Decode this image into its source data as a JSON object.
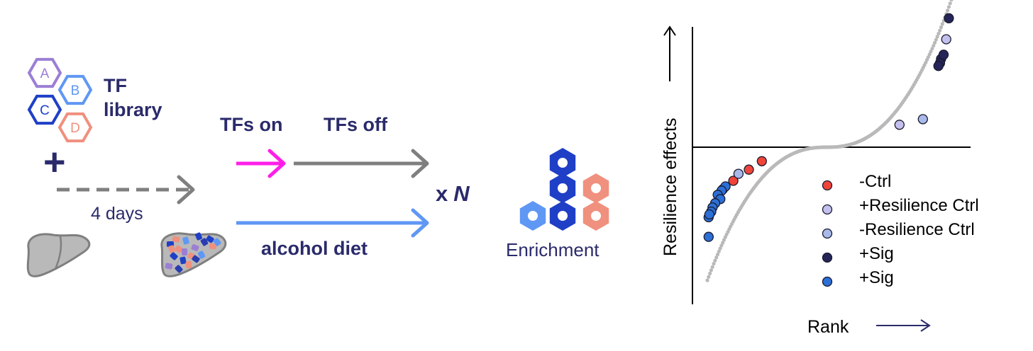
{
  "library": {
    "hexes": [
      {
        "letter": "A",
        "color": "#9b7fd4"
      },
      {
        "letter": "B",
        "color": "#5f97f4"
      },
      {
        "letter": "C",
        "color": "#1f3fc6"
      },
      {
        "letter": "D",
        "color": "#f0907e"
      }
    ],
    "label_line1": "TF",
    "label_line2": "library",
    "plus": "+"
  },
  "timeline": {
    "days_label": "4 days",
    "tfs_on": "TFs on",
    "tfs_off": "TFs off",
    "diet": "alcohol diet",
    "repeat_prefix": "x",
    "repeat_n": "N"
  },
  "enrichment": {
    "label": "Enrichment"
  },
  "colors": {
    "navy": "#2a2a6b",
    "magenta": "#ff1ee8",
    "gray_arrow": "#7f7f7f",
    "blue_arrow": "#5f97f4",
    "liver_gray": "#b9b9b9",
    "ctrl_red": "#f0443a",
    "plus_res": "#c4c0ee",
    "minus_res": "#a8b9ea",
    "sig_dark": "#25255a",
    "sig_blue": "#2c6fd6",
    "hex_dark": "#1f3fc6",
    "hex_salmon": "#f0907e",
    "hex_light": "#5f97f4"
  },
  "chart_data": {
    "type": "scatter",
    "ylabel": "Resilience effects",
    "xlabel": "Rank",
    "legend_position": "bottom-right",
    "legend": [
      {
        "label": "-Ctrl",
        "color": "#f0443a"
      },
      {
        "label": "+Resilience Ctrl",
        "color": "#c4c0ee"
      },
      {
        "label": "-Resilience Ctrl",
        "color": "#a8b9ea"
      },
      {
        "label": "+Sig",
        "color": "#25255a"
      },
      {
        "label": "+Sig",
        "color": "#2c6fd6"
      }
    ],
    "series": [
      {
        "group": "-Ctrl",
        "color": "#f0443a",
        "points": [
          [
            24,
            -0.1
          ],
          [
            19,
            -0.16
          ],
          [
            13,
            -0.24
          ]
        ]
      },
      {
        "group": "+Resilience Ctrl",
        "color": "#c4c0ee",
        "points": [
          [
            77,
            0.16
          ],
          [
            95,
            0.77
          ]
        ]
      },
      {
        "group": "-Resilience Ctrl",
        "color": "#a8b9ea",
        "points": [
          [
            15,
            -0.19
          ],
          [
            86,
            0.2
          ],
          [
            9,
            -0.3
          ]
        ]
      },
      {
        "group": "+Sig",
        "color": "#25255a",
        "points": [
          [
            96,
            0.92
          ],
          [
            93,
            0.63
          ],
          [
            92.6,
            0.6
          ],
          [
            92,
            0.58
          ],
          [
            94,
            0.66
          ]
        ]
      },
      {
        "group": "+Sig",
        "color": "#2c6fd6",
        "points": [
          [
            10,
            -0.28
          ],
          [
            8.5,
            -0.31
          ],
          [
            7,
            -0.34
          ],
          [
            8,
            -0.37
          ],
          [
            6,
            -0.4
          ],
          [
            5,
            -0.43
          ],
          [
            4.5,
            -0.46
          ],
          [
            3.5,
            -0.5
          ],
          [
            3.8,
            -0.48
          ],
          [
            3.5,
            -0.64
          ]
        ]
      }
    ],
    "background_curve": {
      "color": "#b9b9b9"
    }
  }
}
